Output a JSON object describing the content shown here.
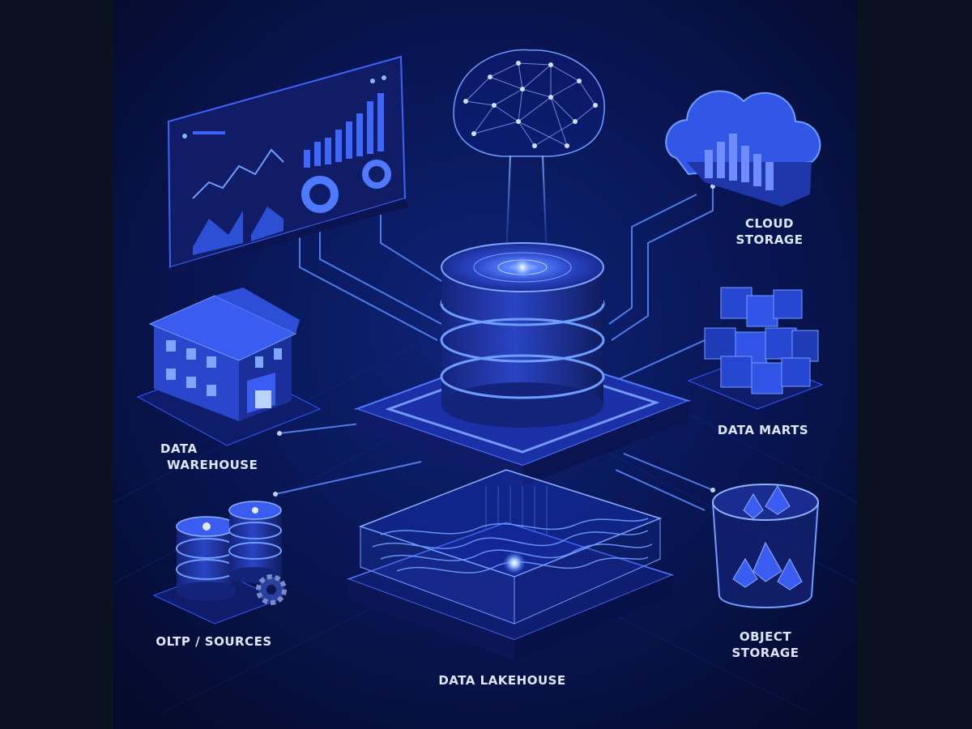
{
  "colors": {
    "page_bg": "#0b1120",
    "panel_bg": "#08123a",
    "accent": "#2f5bff",
    "glow": "#6fa0ff",
    "label": "#dfe6ff"
  },
  "labels": {
    "cloud_storage_line1": "CLOUD",
    "cloud_storage_line2": "STORAGE",
    "data_marts": "DATA MARTS",
    "data_warehouse_line1": "DATA",
    "data_warehouse_line2": "WAREHOUSE",
    "oltp_sources": "OLTP / SOURCES",
    "object_storage_line1": "OBJECT",
    "object_storage_line2": "STORAGE",
    "data_lakehouse": "DATA LAKEHOUSE"
  },
  "icons": [
    "brain-network-icon",
    "dashboard-panel-icon",
    "cloud-icon",
    "central-database-icon",
    "warehouse-building-icon",
    "data-marts-cubes-icon",
    "oltp-databases-icon",
    "gear-icon",
    "object-storage-bucket-icon",
    "data-lakehouse-icon"
  ]
}
